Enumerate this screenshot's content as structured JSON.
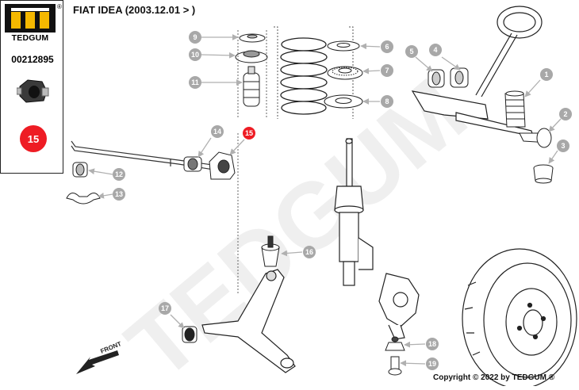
{
  "brand": {
    "name": "TEDGUM",
    "reg_mark": "®"
  },
  "part_number": "00212895",
  "selected_part": "15",
  "vehicle_title": "FIAT IDEA (2003.12.01 > )",
  "copyright": "Copyright © 2022 by TEDGUM ®",
  "watermark": "TEDGUM",
  "front_label": "FRONT",
  "colors": {
    "accent_red": "#ee1c24",
    "callout_grey": "#a8a8a8",
    "line": "#222222",
    "watermark": "#efefef"
  },
  "callouts": [
    {
      "label": "1",
      "icon": "cv-boot"
    },
    {
      "label": "2",
      "icon": "tie-rod-end"
    },
    {
      "label": "3",
      "icon": "ball-joint-boot"
    },
    {
      "label": "4",
      "icon": "steering-bushing"
    },
    {
      "label": "5",
      "icon": "steering-bushing"
    },
    {
      "label": "6",
      "icon": "spring-seat"
    },
    {
      "label": "7",
      "icon": "strut-bearing"
    },
    {
      "label": "8",
      "icon": "spring-seat"
    },
    {
      "label": "9",
      "icon": "top-mount-cap"
    },
    {
      "label": "10",
      "icon": "top-mount"
    },
    {
      "label": "11",
      "icon": "bump-stop"
    },
    {
      "label": "12",
      "icon": "stabilizer-bushing"
    },
    {
      "label": "13",
      "icon": "stabilizer-clamp"
    },
    {
      "label": "14",
      "icon": "link-bushing"
    },
    {
      "label": "15",
      "icon": "stabilizer-bracket",
      "highlight": true
    },
    {
      "label": "16",
      "icon": "control-arm-bushing"
    },
    {
      "label": "17",
      "icon": "control-arm-bushing"
    },
    {
      "label": "18",
      "icon": "ball-joint-boot"
    },
    {
      "label": "19",
      "icon": "ball-joint"
    }
  ]
}
